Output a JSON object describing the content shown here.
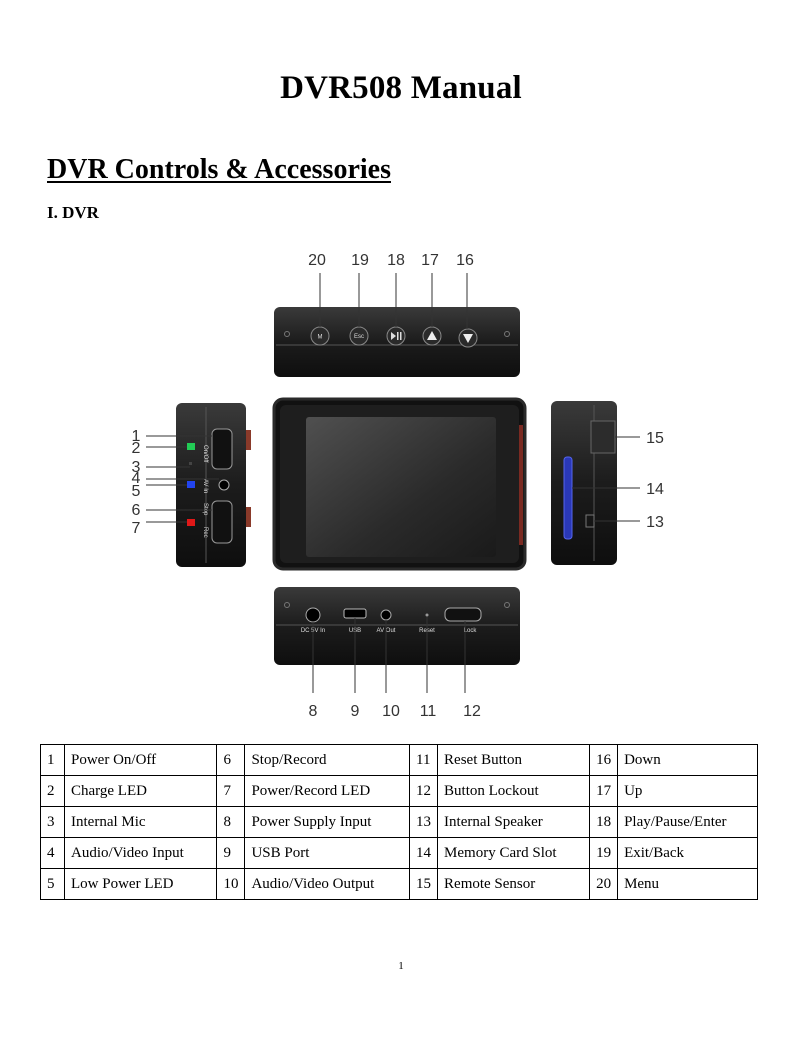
{
  "document": {
    "title": "DVR508 Manual",
    "section_heading": "DVR Controls & Accessories",
    "subsection_heading": "I. DVR",
    "page_number": "1"
  },
  "figure": {
    "callouts": [
      "1",
      "2",
      "3",
      "4",
      "5",
      "6",
      "7",
      "8",
      "9",
      "10",
      "11",
      "12",
      "13",
      "14",
      "15",
      "16",
      "17",
      "18",
      "19",
      "20"
    ],
    "device_labels": {
      "menu": "M",
      "esc": "Esc",
      "dc_in": "DC 5V In",
      "usb": "USB",
      "av_out": "AV Out",
      "reset": "Reset",
      "lock": "Lock",
      "on_off": "On/Off",
      "av_in": "AV In",
      "stop": "Stop",
      "rec": "Rec"
    },
    "led_colors": {
      "charge": "#22cc55",
      "low_power": "#2244ee",
      "power_record": "#e01818"
    }
  },
  "legend": {
    "rows": [
      [
        {
          "n": "1",
          "label": "Power On/Off"
        },
        {
          "n": "6",
          "label": "Stop/Record"
        },
        {
          "n": "11",
          "label": "Reset Button"
        },
        {
          "n": "16",
          "label": "Down"
        }
      ],
      [
        {
          "n": "2",
          "label": "Charge LED"
        },
        {
          "n": "7",
          "label": "Power/Record LED"
        },
        {
          "n": "12",
          "label": "Button Lockout"
        },
        {
          "n": "17",
          "label": "Up"
        }
      ],
      [
        {
          "n": "3",
          "label": "Internal Mic"
        },
        {
          "n": "8",
          "label": "Power Supply Input"
        },
        {
          "n": "13",
          "label": "Internal Speaker"
        },
        {
          "n": "18",
          "label": "Play/Pause/Enter"
        }
      ],
      [
        {
          "n": "4",
          "label": "Audio/Video Input"
        },
        {
          "n": "9",
          "label": "USB Port"
        },
        {
          "n": "14",
          "label": "Memory Card Slot"
        },
        {
          "n": "19",
          "label": "Exit/Back"
        }
      ],
      [
        {
          "n": "5",
          "label": "Low Power LED"
        },
        {
          "n": "10",
          "label": "Audio/Video Output"
        },
        {
          "n": "15",
          "label": "Remote Sensor"
        },
        {
          "n": "20",
          "label": "Menu"
        }
      ]
    ]
  }
}
